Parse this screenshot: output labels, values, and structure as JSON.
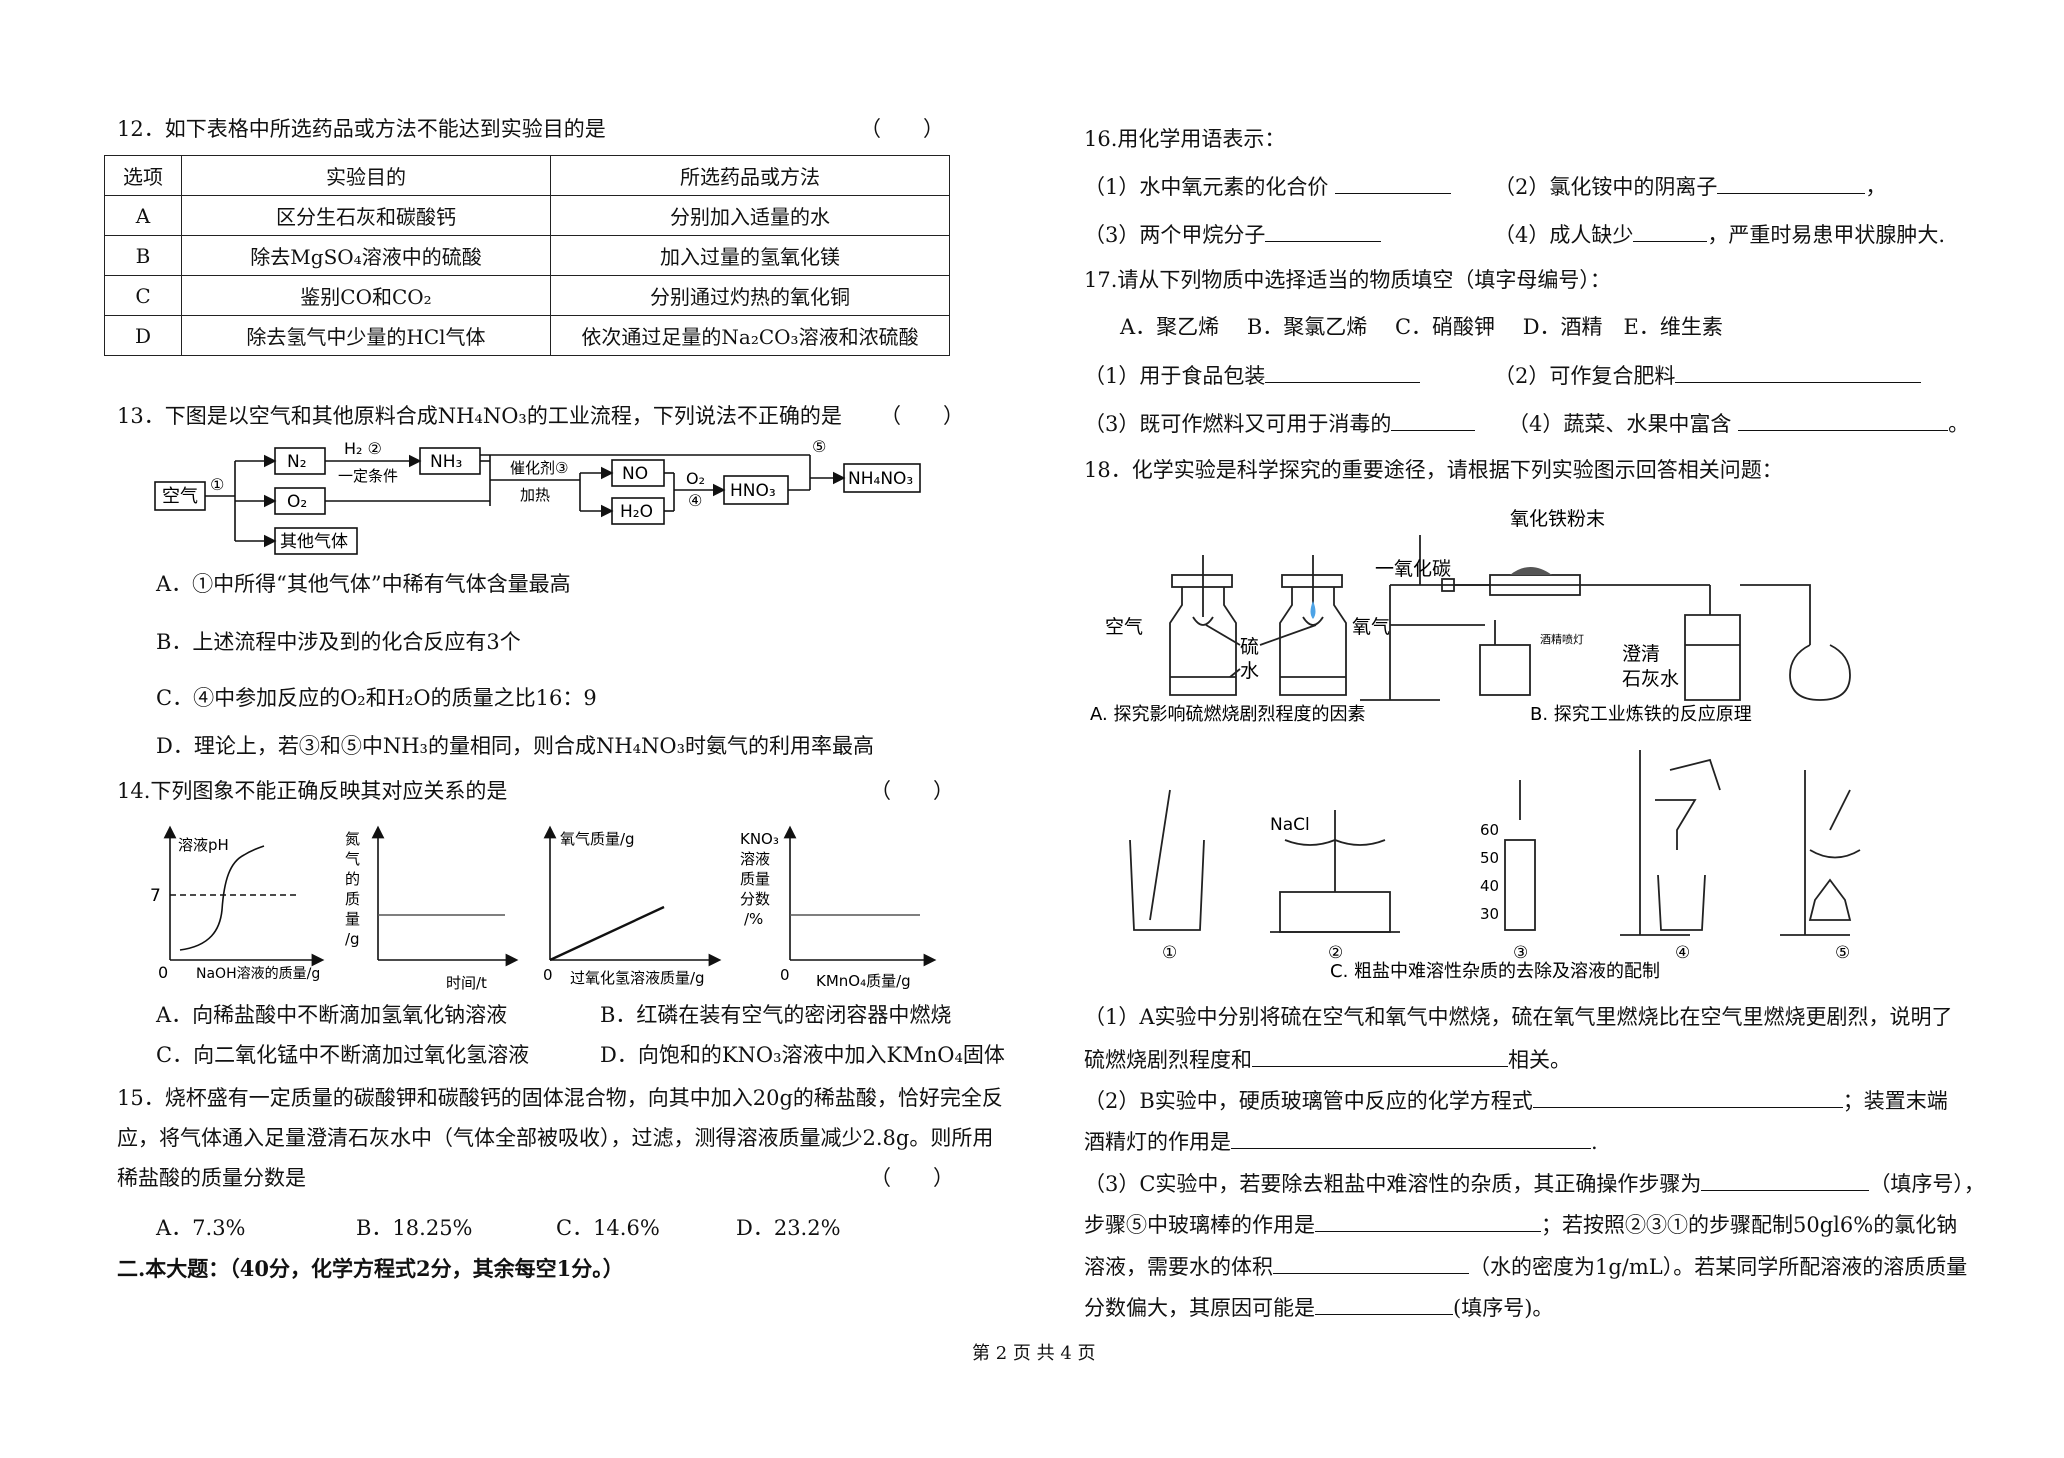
{
  "q12": {
    "stem": "12．如下表格中所选药品或方法不能达到实验目的是",
    "paren": "（　　）",
    "header": [
      "选项",
      "实验目的",
      "所选药品或方法"
    ],
    "rows": [
      [
        "A",
        "区分生石灰和碳酸钙",
        "分别加入适量的水"
      ],
      [
        "B",
        "除去MgSO₄溶液中的硫酸",
        "加入过量的氢氧化镁"
      ],
      [
        "C",
        "鉴别CO和CO₂",
        "分别通过灼热的氧化铜"
      ],
      [
        "D",
        "除去氢气中少量的HCl气体",
        "依次通过足量的Na₂CO₃溶液和浓硫酸"
      ]
    ]
  },
  "q13": {
    "stem": "13．下图是以空气和其他原料合成NH₄NO₃的工业流程，下列说法不正确的是",
    "paren": "（　　）",
    "flow": {
      "air": "空气",
      "n2": "N₂",
      "o2": "O₂",
      "other": "其他气体",
      "nh3": "NH₃",
      "no": "NO",
      "h2o": "H₂O",
      "hno3": "HNO₃",
      "nh4no3": "NH₄NO₃",
      "s1": "①",
      "h2": "H₂ ②",
      "cond": "一定条件",
      "cat": "催化剂③",
      "heat": "加热",
      "o2b": "O₂",
      "s4": "④",
      "s5": "⑤"
    },
    "options": [
      "A．①中所得“其他气体”中稀有气体含量最高",
      "B．上述流程中涉及到的化合反应有3个",
      "C．④中参加反应的O₂和H₂O的质量之比16：9",
      "D．理论上，若③和⑤中NH₃的量相同，则合成NH₄NO₃时氨气的利用率最高"
    ]
  },
  "q14": {
    "stem": "14.下列图象不能正确反映其对应关系的是",
    "paren": "（　　）",
    "graphs": [
      {
        "ylabel": "溶液pH",
        "xlabel": "NaOH溶液的质量/g",
        "tick": "7",
        "origin": "0"
      },
      {
        "ylabel": [
          "氮",
          "气",
          "的",
          "质",
          "量",
          "/g"
        ],
        "xlabel": "时间/t"
      },
      {
        "ylabel": "氧气质量/g",
        "xlabel": "过氧化氢溶液质量/g",
        "origin": "0"
      },
      {
        "ylabel": [
          "KNO₃",
          "溶液",
          "质量",
          "分数",
          "/%"
        ],
        "xlabel": "KMnO₄质量/g",
        "origin": "0"
      }
    ],
    "options": [
      "A．向稀盐酸中不断滴加氢氧化钠溶液",
      "B．红磷在装有空气的密闭容器中燃烧",
      "C．向二氧化锰中不断滴加过氧化氢溶液",
      "D．向饱和的KNO₃溶液中加入KMnO₄固体"
    ]
  },
  "q15": {
    "line1": "15．烧杯盛有一定质量的碳酸钾和碳酸钙的固体混合物，向其中加入20g的稀盐酸，恰好完全反",
    "line2": "应，将气体通入足量澄清石灰水中（气体全部被吸收），过滤，测得溶液质量减少2.8g。则所用",
    "line3": "稀盐酸的质量分数是",
    "paren": "（　　）",
    "options": [
      "A．7.3%",
      "B．18.25%",
      "C．14.6%",
      "D．23.2%"
    ]
  },
  "section2": "二.本大题：（40分，化学方程式2分，其余每空1分。）",
  "q16": {
    "stem": "16.用化学用语表示：",
    "p1": "（1）水中氧元素的化合价",
    "p2": "（2）氯化铵中的阴离子",
    "p2end": "，",
    "p3": "（3）两个甲烷分子",
    "p4": "（4）成人缺少",
    "p4end": "，严重时易患甲状腺肿大."
  },
  "q17": {
    "stem": "17.请从下列物质中选择适当的物质填空（填字母编号）：",
    "choices": "A．聚乙烯　 B．聚氯乙烯　 C．硝酸钾　 D．酒精　E．维生素",
    "p1": "（1）用于食品包装",
    "p2": "（2）可作复合肥料",
    "p3": "（3）既可作燃料又可用于消毒的",
    "p4": "（4）蔬菜、水果中富含",
    "p4end": "。"
  },
  "q18": {
    "stem": "18．化学实验是科学探究的重要途径，请根据下列实验图示回答相关问题：",
    "figA": {
      "air": "空气",
      "oxygen": "氧气",
      "sulfur": "硫",
      "water": "水",
      "caption": "A. 探究影响硫燃烧剧烈程度的因素"
    },
    "figB": {
      "co": "一氧化碳",
      "fe2o3": "氧化铁粉末",
      "lamp": "酒精喷灯",
      "lime1": "澄清",
      "lime2": "石灰水",
      "caption": "B. 探究工业炼铁的反应原理"
    },
    "figC": {
      "nacl": "NaCl",
      "ticks": [
        "60",
        "50",
        "40",
        "30"
      ],
      "steps": [
        "①",
        "②",
        "③",
        "④",
        "⑤"
      ],
      "caption": "C. 粗盐中难溶性杂质的去除及溶液的配制"
    },
    "a1_1": "（1）A实验中分别将硫在空气和氧气中燃烧，硫在氧气里燃烧比在空气里燃烧更剧烈，说明了",
    "a1_2": "硫燃烧剧烈程度和",
    "a1_2end": "相关。",
    "a2_1": "（2）B实验中，硬质玻璃管中反应的化学方程式",
    "a2_1end": "；装置末端",
    "a2_2": "酒精灯的作用是",
    "a2_2end": ".",
    "a3_1": "（3）C实验中，若要除去粗盐中难溶性的杂质，其正确操作步骤为",
    "a3_1end": "（填序号），",
    "a3_2": "步骤⑤中玻璃棒的作用是",
    "a3_2mid": "；若按照②③①的步骤配制50gl6%的氯化钠",
    "a3_3": "溶液，需要水的体积",
    "a3_3end": "（水的密度为1g/mL）。若某同学所配溶液的溶质质量",
    "a3_4": "分数偏大，其原因可能是",
    "a3_4end": "(填序号)。"
  },
  "footer": "第 2 页 共 4 页"
}
